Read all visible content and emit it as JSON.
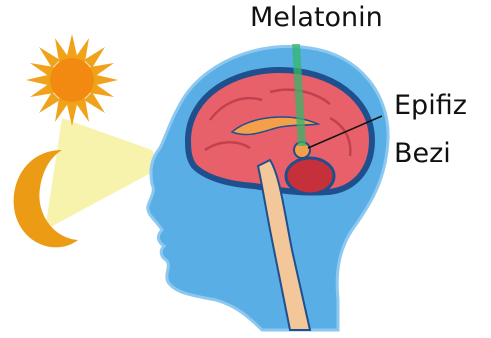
{
  "labels": {
    "hormone": "Melatonin",
    "gland_line1": "Epifiz",
    "gland_line2": "Bezi"
  },
  "colors": {
    "sun": "#f0a21a",
    "sun_core": "#f28a12",
    "moon": "#ec9b14",
    "light_beam": "#f7f1a8",
    "head": "#5aaee6",
    "head_outline": "#8cc8f0",
    "brain": "#e8606a",
    "brain_outline": "#1f4f8c",
    "pineal_signal": "#35b56a",
    "spinal": "#f3c79a"
  },
  "icons": [
    "sun-icon",
    "moon-icon",
    "head-silhouette",
    "brain-illustration"
  ]
}
